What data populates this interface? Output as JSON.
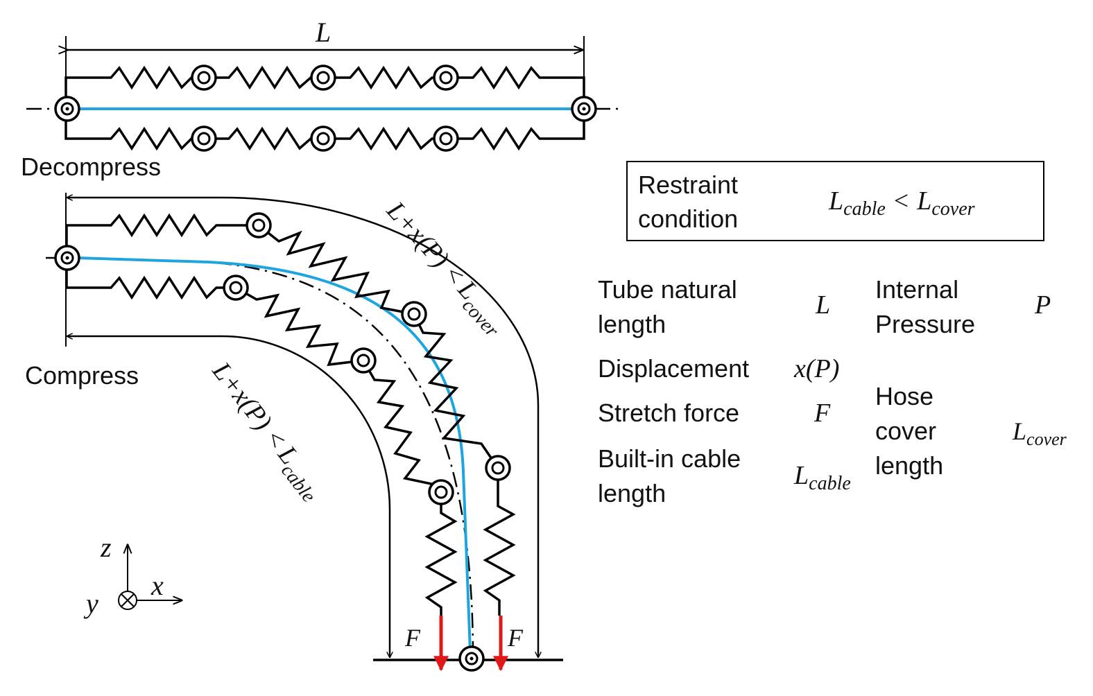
{
  "top": {
    "length_label": "L",
    "state_label": "Decompress"
  },
  "bottom": {
    "state_label": "Compress",
    "outer_relation": {
      "lhs": "L+x(P) <",
      "var": "L",
      "sub": "cover"
    },
    "inner_relation": {
      "lhs": "L+x(P) <",
      "var": "L",
      "sub": "cable"
    },
    "force_left": "F",
    "force_right": "F"
  },
  "axes": {
    "z": "z",
    "x": "x",
    "y": "y"
  },
  "restraint": {
    "label_line1": "Restraint",
    "label_line2": "condition",
    "expr": {
      "var1": "L",
      "sub1": "cable",
      "op": "<",
      "var2": "L",
      "sub2": "cover"
    }
  },
  "legend": {
    "tube_length_line1": "Tube natural",
    "tube_length_line2": "length",
    "tube_length_sym": "L",
    "displacement": "Displacement",
    "displacement_sym": "x(P)",
    "stretch": "Stretch force",
    "stretch_sym": "F",
    "cable_line1": "Built-in cable",
    "cable_line2": "length",
    "cable_sym": {
      "var": "L",
      "sub": "cable"
    },
    "pressure_line1": "Internal",
    "pressure_line2": "Pressure",
    "pressure_sym": "P",
    "cover_line1": "Hose",
    "cover_line2": "cover",
    "cover_line3": "length",
    "cover_sym": {
      "var": "L",
      "sub": "cover"
    }
  },
  "colors": {
    "cable": "#1ea4de",
    "force": "#e01818",
    "line": "#000000"
  }
}
